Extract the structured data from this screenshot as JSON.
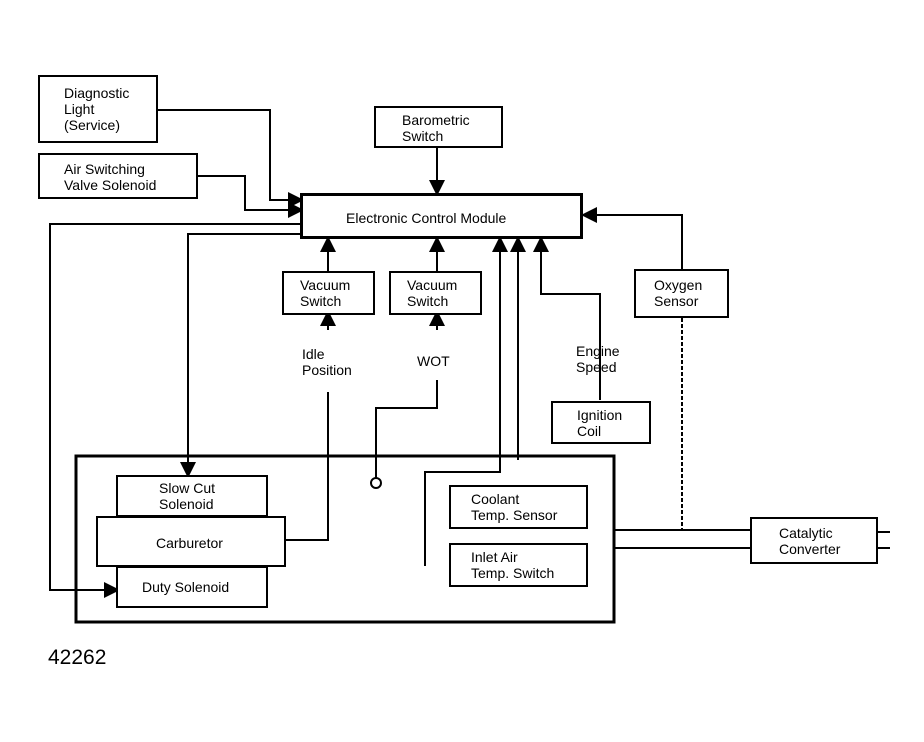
{
  "components": {
    "diagnostic_light": "Diagnostic\nLight\n(Service)",
    "barometric_switch": "Barometric\nSwitch",
    "air_switching_valve": "Air Switching\nValve Solenoid",
    "ecm": "Electronic Control Module",
    "vacuum_switch_1": "Vacuum\nSwitch",
    "vacuum_switch_2": "Vacuum\nSwitch",
    "oxygen_sensor": "Oxygen\nSensor",
    "ignition_coil": "Ignition\nCoil",
    "slow_cut_solenoid": "Slow Cut\nSolenoid",
    "carburetor": "Carburetor",
    "duty_solenoid": "Duty Solenoid",
    "coolant_temp_sensor": "Coolant\nTemp. Sensor",
    "inlet_air_temp_switch": "Inlet Air\nTemp. Switch",
    "catalytic_converter": "Catalytic\nConverter"
  },
  "labels": {
    "idle_position": "Idle\nPosition",
    "wot": "WOT",
    "engine_speed": "Engine\nSpeed"
  },
  "figure_id": "42262"
}
